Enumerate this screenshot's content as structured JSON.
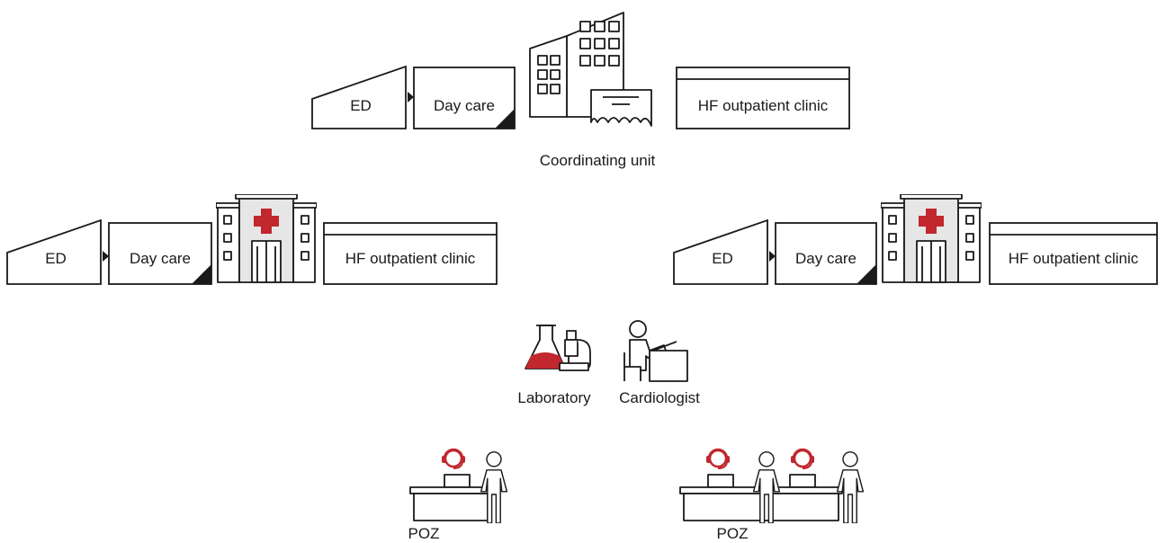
{
  "coordinating": {
    "ed_label": "ED",
    "daycare_label": "Day care",
    "hf_label": "HF outpatient clinic",
    "caption": "Coordinating unit"
  },
  "hospital_left": {
    "ed_label": "ED",
    "daycare_label": "Day care",
    "hf_label": "HF outpatient clinic"
  },
  "hospital_right": {
    "ed_label": "ED",
    "daycare_label": "Day care",
    "hf_label": "HF outpatient clinic"
  },
  "services": {
    "laboratory_label": "Laboratory",
    "cardiologist_label": "Cardiologist"
  },
  "poz_left": {
    "label": "POZ"
  },
  "poz_right": {
    "label": "POZ"
  },
  "colors": {
    "stroke": "#1a1a1a",
    "accent_red": "#c1272d",
    "building_gray": "#e6e6e6"
  },
  "icons": [
    "building-icon",
    "hospital-icon",
    "laboratory-icon",
    "cardiologist-icon",
    "nurse-icon",
    "person-icon"
  ]
}
